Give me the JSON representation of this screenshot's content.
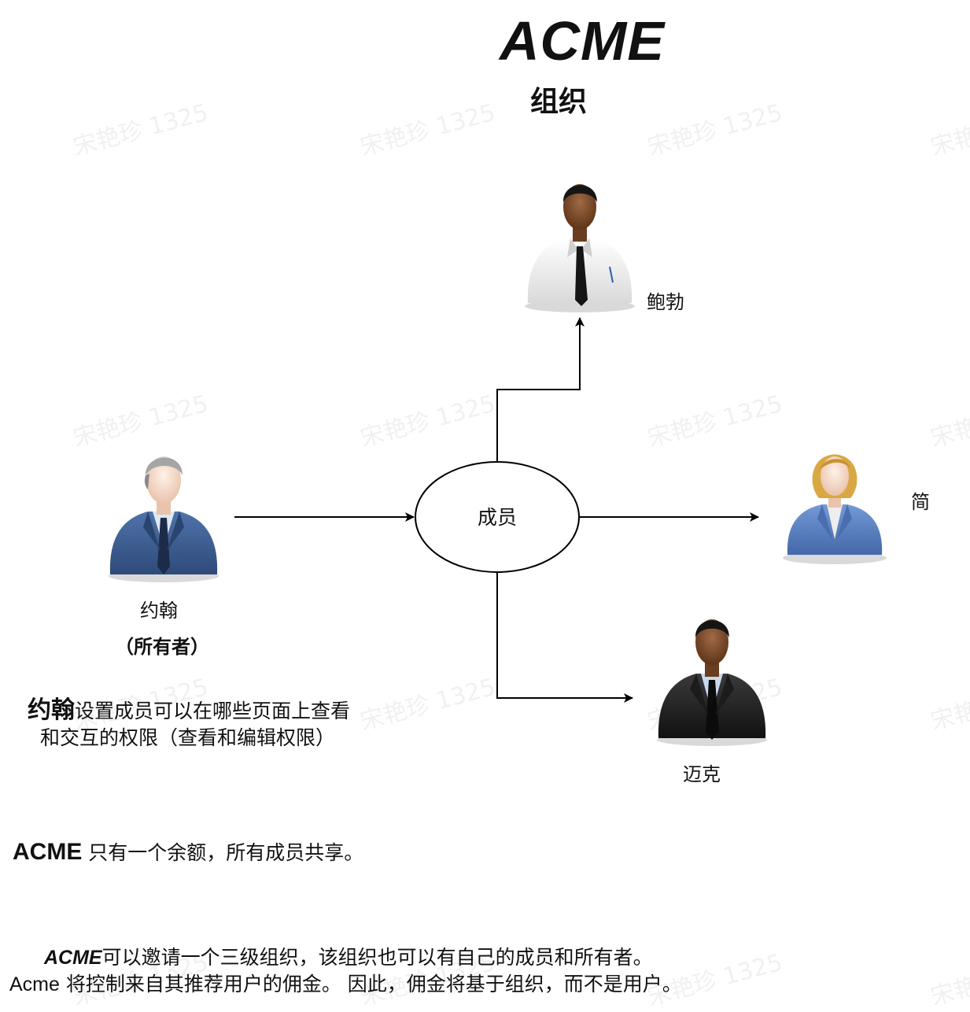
{
  "watermark": "宋艳珍 1325",
  "title": "ACME",
  "subtitle": "组织",
  "center_node": {
    "label": "成员"
  },
  "people": {
    "owner": {
      "name": "约翰",
      "role": "（所有者）"
    },
    "bob": {
      "name": "鲍勃"
    },
    "jane": {
      "name": "简"
    },
    "mike": {
      "name": "迈克"
    }
  },
  "note1": {
    "strong": "约翰",
    "line1": "设置成员可以在哪些页面上查看",
    "line2": "和交互的权限（查看和编辑权限）"
  },
  "note2": {
    "brand": "ACME",
    "text": "只有一个余额，所有成员共享。"
  },
  "note3": {
    "brand": "ACME",
    "line1": "可以邀请一个三级组织，该组织也可以有自己的成员和所有者。",
    "brand2": "Acme",
    "line2": "将控制来自其推荐用户的佣金。 因此，佣金将基于组织，而不是用户。"
  },
  "colors": {
    "suit_blue": "#3d5f93",
    "suit_light_blue": "#5d84c4",
    "suit_black": "#222222",
    "shirt_white": "#f2f2f2",
    "skin_light": "#f4d9c8",
    "skin_dark": "#7a4a2a",
    "hair_grey": "#9a9a9a",
    "hair_blonde": "#d9a843",
    "hair_black": "#1a1a1a"
  }
}
